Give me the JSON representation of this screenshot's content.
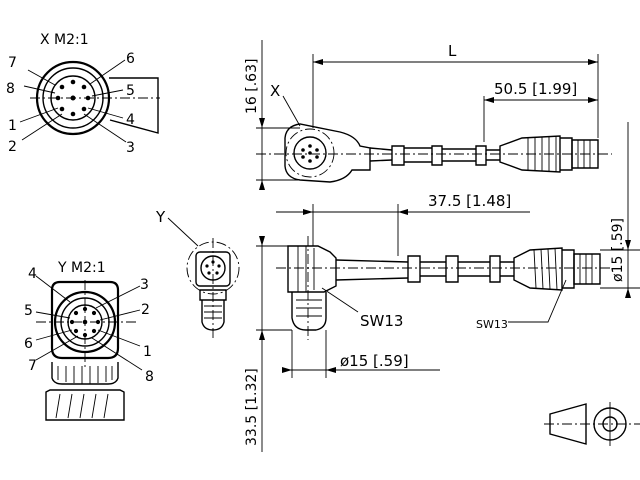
{
  "detail_x": {
    "title": "X M2:1",
    "pins_left": [
      "7",
      "8",
      "1",
      "2"
    ],
    "pins_right": [
      "6",
      "5",
      "4",
      "3"
    ]
  },
  "detail_y": {
    "title": "Y M2:1",
    "pins_left": [
      "4",
      "5",
      "6",
      "7"
    ],
    "pins_right": [
      "3",
      "2",
      "1",
      "8"
    ]
  },
  "dimensions": {
    "overall_length": "L",
    "straight_tail": "50.5 [1.99]",
    "angled_tail": "37.5 [1.48]",
    "straight_height": "16 [.63]",
    "angled_height": "33.5 [1.32]",
    "diameter_right": "ø15 [.59]",
    "diameter_bottom": "ø15 [.59]"
  },
  "callouts": {
    "x": "X",
    "y": "Y",
    "wrench_mid": "SW13",
    "wrench_right": "SW13"
  }
}
